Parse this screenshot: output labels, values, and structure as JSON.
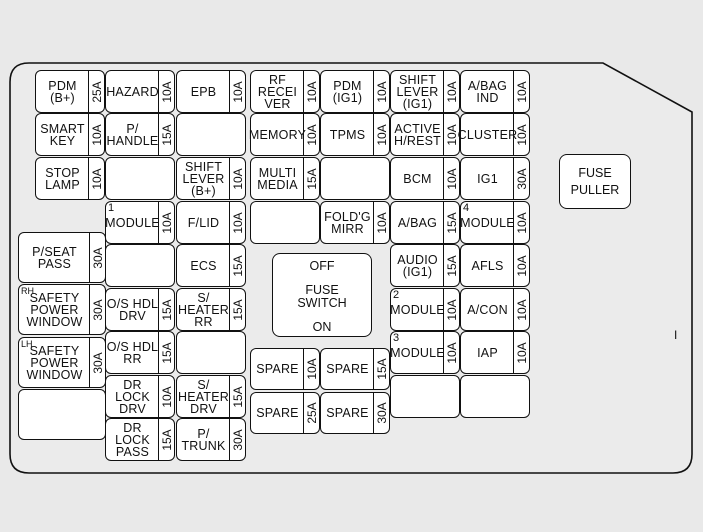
{
  "fuses": [
    {
      "id": "f1",
      "label": "PDM\n(B+)",
      "amp": "25A"
    },
    {
      "id": "f2",
      "label": "HAZARD",
      "amp": "10A"
    },
    {
      "id": "f3",
      "label": "EPB",
      "amp": "10A"
    },
    {
      "id": "f4",
      "label": "RF\nRECEI\nVER",
      "amp": "10A"
    },
    {
      "id": "f5",
      "label": "PDM\n(IG1)",
      "amp": "10A"
    },
    {
      "id": "f6",
      "label": "SHIFT\nLEVER\n(IG1)",
      "amp": "10A"
    },
    {
      "id": "f7",
      "label": "A/BAG\nIND",
      "amp": "10A"
    },
    {
      "id": "f8",
      "label": "SMART\nKEY",
      "amp": "10A"
    },
    {
      "id": "f9",
      "label": "P/\nHANDLE",
      "amp": "15A"
    },
    {
      "id": "f10",
      "label": "",
      "amp": ""
    },
    {
      "id": "f11",
      "label": "MEMORY",
      "amp": "10A"
    },
    {
      "id": "f12",
      "label": "TPMS",
      "amp": "10A"
    },
    {
      "id": "f13",
      "label": "ACTIVE\nH/REST",
      "amp": "10A"
    },
    {
      "id": "f14",
      "label": "CLUSTER",
      "amp": "10A"
    },
    {
      "id": "f15",
      "label": "STOP\nLAMP",
      "amp": "10A"
    },
    {
      "id": "f16",
      "label": "",
      "amp": ""
    },
    {
      "id": "f17",
      "label": "SHIFT\nLEVER\n(B+)",
      "amp": "10A"
    },
    {
      "id": "f18",
      "label": "MULTI\nMEDIA",
      "amp": "15A"
    },
    {
      "id": "f19",
      "label": "",
      "amp": ""
    },
    {
      "id": "f20",
      "label": "BCM",
      "amp": "10A"
    },
    {
      "id": "f21",
      "label": "IG1",
      "amp": "30A"
    },
    {
      "id": "f22",
      "label": "MODULE",
      "amp": "10A",
      "idx": "1"
    },
    {
      "id": "f23",
      "label": "F/LID",
      "amp": "10A"
    },
    {
      "id": "f24",
      "label": "",
      "amp": ""
    },
    {
      "id": "f25",
      "label": "FOLD'G\nMIRR",
      "amp": "10A"
    },
    {
      "id": "f26",
      "label": "A/BAG",
      "amp": "15A"
    },
    {
      "id": "f27",
      "label": "MODULE",
      "amp": "10A",
      "idx": "4"
    },
    {
      "id": "f28",
      "label": "P/SEAT\nPASS",
      "amp": "30A"
    },
    {
      "id": "f29",
      "label": "",
      "amp": ""
    },
    {
      "id": "f30",
      "label": "ECS",
      "amp": "15A"
    },
    {
      "id": "f31",
      "label": "AUDIO\n(IG1)",
      "amp": "15A"
    },
    {
      "id": "f32",
      "label": "AFLS",
      "amp": "10A"
    },
    {
      "id": "f33",
      "label": "SAFETY\nPOWER\nWINDOW",
      "amp": "30A",
      "idx": "RH"
    },
    {
      "id": "f34",
      "label": "O/S HDL\nDRV",
      "amp": "15A"
    },
    {
      "id": "f35",
      "label": "S/\nHEATER\nRR",
      "amp": "15A"
    },
    {
      "id": "f36",
      "label": "MODULE",
      "amp": "10A",
      "idx": "2"
    },
    {
      "id": "f37",
      "label": "A/CON",
      "amp": "10A"
    },
    {
      "id": "f38",
      "label": "SAFETY\nPOWER\nWINDOW",
      "amp": "30A",
      "idx": "LH"
    },
    {
      "id": "f39",
      "label": "O/S HDL\nRR",
      "amp": "15A"
    },
    {
      "id": "f40",
      "label": "",
      "amp": ""
    },
    {
      "id": "f41",
      "label": "MODULE",
      "amp": "10A",
      "idx": "3"
    },
    {
      "id": "f42",
      "label": "IAP",
      "amp": "10A"
    },
    {
      "id": "f43",
      "label": "SPARE",
      "amp": "10A"
    },
    {
      "id": "f44",
      "label": "SPARE",
      "amp": "15A"
    },
    {
      "id": "f45",
      "label": "",
      "amp": ""
    },
    {
      "id": "f46",
      "label": "",
      "amp": ""
    },
    {
      "id": "f47",
      "label": "",
      "amp": ""
    },
    {
      "id": "f48",
      "label": "DR\nLOCK\nDRV",
      "amp": "10A"
    },
    {
      "id": "f49",
      "label": "S/\nHEATER\nDRV",
      "amp": "15A"
    },
    {
      "id": "f50",
      "label": "SPARE",
      "amp": "25A"
    },
    {
      "id": "f51",
      "label": "SPARE",
      "amp": "30A"
    },
    {
      "id": "f52",
      "label": "DR\nLOCK\nPASS",
      "amp": "15A"
    },
    {
      "id": "f53",
      "label": "P/\nTRUNK",
      "amp": "30A"
    }
  ],
  "fuse_switch": {
    "off": "OFF",
    "title": "FUSE\nSWITCH",
    "on": "ON"
  },
  "fuse_puller": {
    "label": "FUSE\nPULLER"
  },
  "side_mark": "I"
}
